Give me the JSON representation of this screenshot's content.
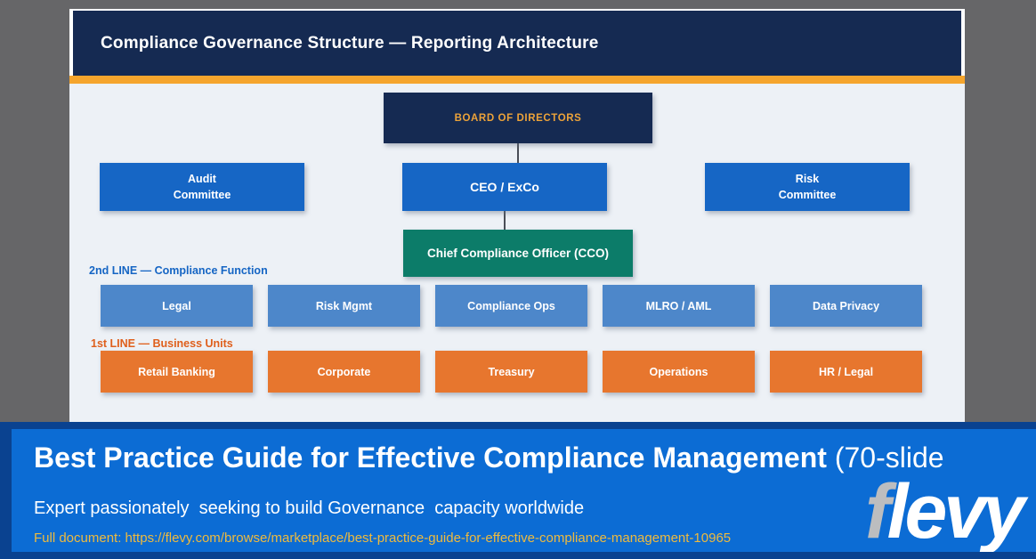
{
  "slide": {
    "title": "Compliance Governance Structure — Reporting Architecture",
    "colors": {
      "title_band": "#152a52",
      "accent_bar": "#f5a52d",
      "committee_blue": "#1666c5",
      "cco_green": "#0c7c69",
      "function_blue": "#4d87ca",
      "business_orange": "#e7762e",
      "slide_body": "#edf1f6"
    },
    "org": {
      "board": "BOARD OF DIRECTORS",
      "audit": {
        "l1": "Audit",
        "l2": "Committee"
      },
      "risk": {
        "l1": "Risk",
        "l2": "Committee"
      },
      "ceo": "CEO / ExCo",
      "cco": "Chief Compliance Officer (CCO)",
      "line2_label": "2nd LINE — Compliance Function",
      "line2": [
        "Legal",
        "Risk Mgmt",
        "Compliance Ops",
        "MLRO / AML",
        "Data Privacy"
      ],
      "line1_label": "1st LINE — Business Units",
      "line1": [
        "Retail Banking",
        "Corporate",
        "Treasury",
        "Operations",
        "HR / Legal"
      ]
    }
  },
  "banner": {
    "title_bold": "Best Practice Guide for Effective Compliance Management",
    "title_suffix": " (70-slide",
    "subtitle": "Expert passionately  seeking to build Governance  capacity worldwide",
    "link_prefix": "Full document: ",
    "link_url": "https://flevy.com/browse/marketplace/best-practice-guide-for-effective-compliance-management-10965",
    "logo_f": "f",
    "logo_rest": "levy",
    "colors": {
      "outer": "#0a4290",
      "inner": "#0c6cd4",
      "link_gold": "#eeba3e"
    }
  }
}
